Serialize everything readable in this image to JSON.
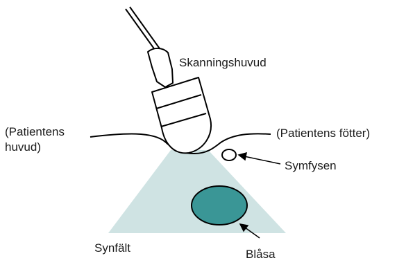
{
  "colors": {
    "field_of_view": "#cfe3e3",
    "bladder_fill": "#3a9696",
    "outline": "#000000",
    "text": "#1a1a1a",
    "background": "#ffffff"
  },
  "labels": {
    "scanhead": "Skanningshuvud",
    "patient_head_line1": "(Patientens",
    "patient_head_line2": "huvud)",
    "patient_feet": "(Patientens fötter)",
    "symphysis": "Symfysen",
    "field_of_view": "Synfält",
    "bladder": "Blåsa"
  }
}
